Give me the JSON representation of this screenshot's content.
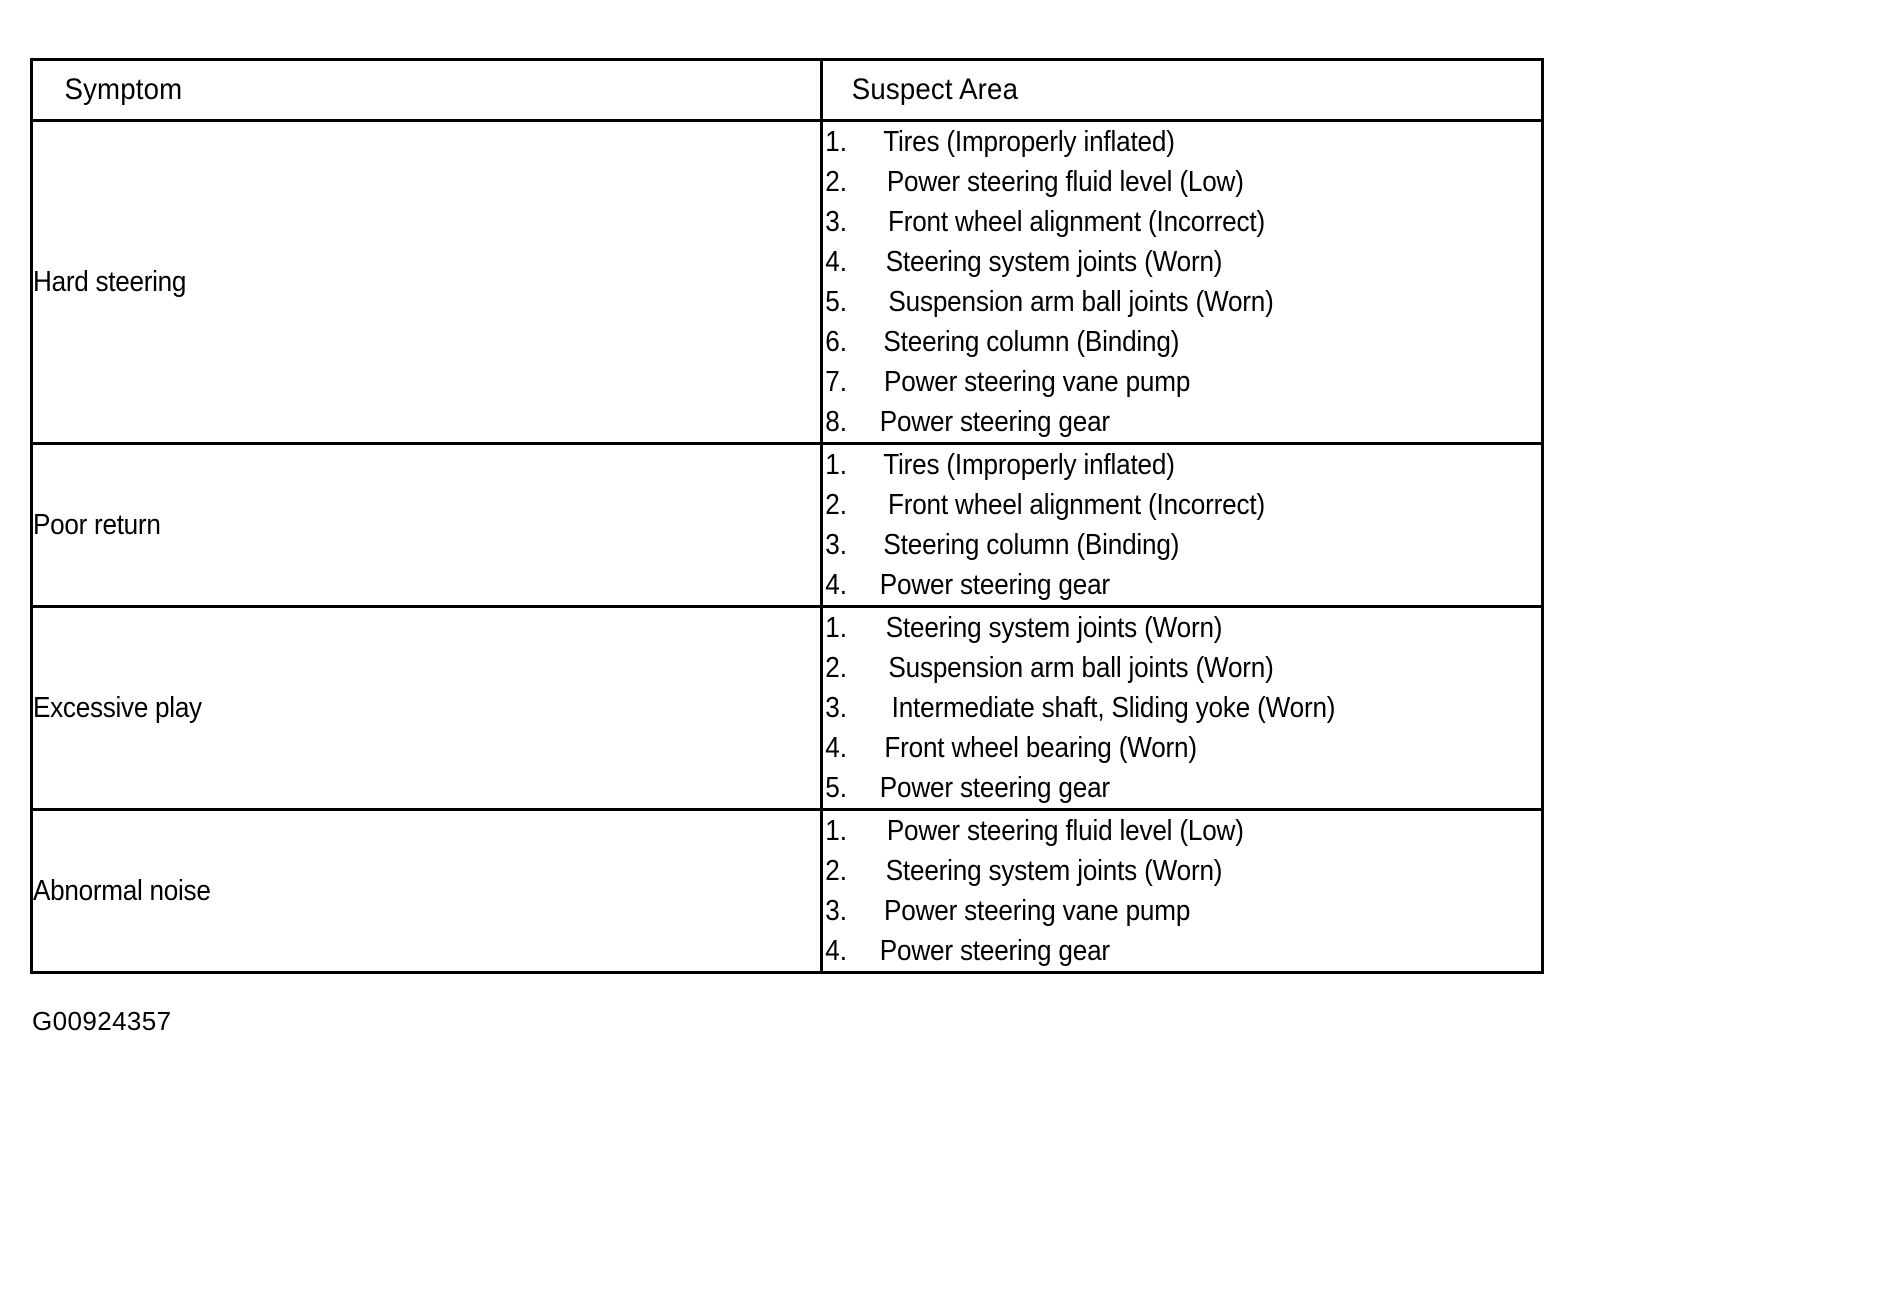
{
  "table": {
    "headers": {
      "symptom": "Symptom",
      "suspect_area": "Suspect Area"
    },
    "rows": [
      {
        "symptom": "Hard steering",
        "suspect_areas": [
          {
            "num": "1.",
            "text": "Tires (Improperly inflated)"
          },
          {
            "num": "2.",
            "text": "Power steering fluid level (Low)"
          },
          {
            "num": "3.",
            "text": "Front wheel alignment (Incorrect)"
          },
          {
            "num": "4.",
            "text": "Steering system joints (Worn)"
          },
          {
            "num": "5.",
            "text": "Suspension arm ball joints (Worn)"
          },
          {
            "num": "6.",
            "text": "Steering column (Binding)"
          },
          {
            "num": "7.",
            "text": "Power steering vane pump"
          },
          {
            "num": "8.",
            "text": "Power steering gear"
          }
        ]
      },
      {
        "symptom": "Poor return",
        "suspect_areas": [
          {
            "num": "1.",
            "text": "Tires (Improperly inflated)"
          },
          {
            "num": "2.",
            "text": "Front wheel alignment (Incorrect)"
          },
          {
            "num": "3.",
            "text": "Steering column (Binding)"
          },
          {
            "num": "4.",
            "text": "Power steering gear"
          }
        ]
      },
      {
        "symptom": "Excessive play",
        "suspect_areas": [
          {
            "num": "1.",
            "text": "Steering system joints (Worn)"
          },
          {
            "num": "2.",
            "text": "Suspension arm ball joints (Worn)"
          },
          {
            "num": "3.",
            "text": "Intermediate shaft, Sliding yoke (Worn)"
          },
          {
            "num": "4.",
            "text": "Front wheel bearing (Worn)"
          },
          {
            "num": "5.",
            "text": "Power steering gear"
          }
        ]
      },
      {
        "symptom": "Abnormal noise",
        "suspect_areas": [
          {
            "num": "1.",
            "text": "Power steering fluid level (Low)"
          },
          {
            "num": "2.",
            "text": "Steering system joints (Worn)"
          },
          {
            "num": "3.",
            "text": "Power steering vane pump"
          },
          {
            "num": "4.",
            "text": "Power steering gear"
          }
        ]
      }
    ]
  },
  "figure_code": "G00924357",
  "colors": {
    "ink": "#000000",
    "paper": "#ffffff"
  }
}
